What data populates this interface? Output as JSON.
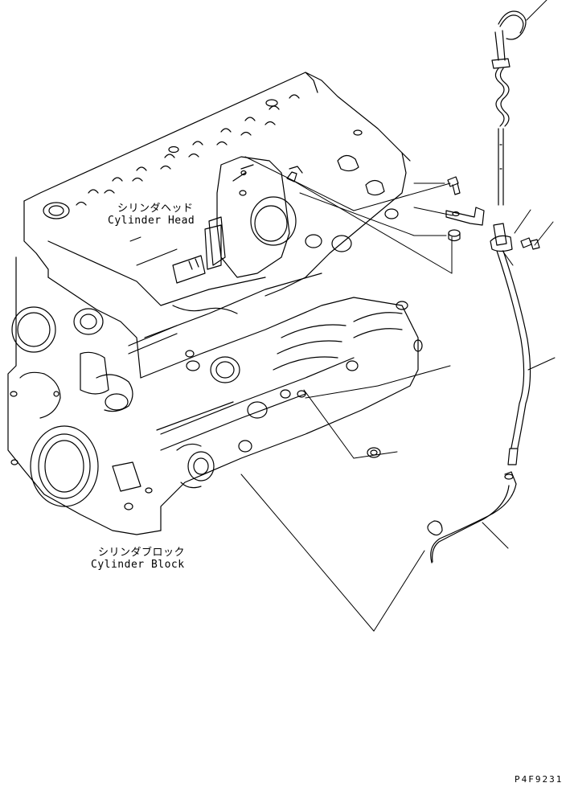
{
  "labels": {
    "cylinder_head_ja": "シリンダヘッド",
    "cylinder_head_en": "Cylinder Head",
    "cylinder_block_ja": "シリンダブロック",
    "cylinder_block_en": "Cylinder Block"
  },
  "drawing_code": "P4F9231"
}
